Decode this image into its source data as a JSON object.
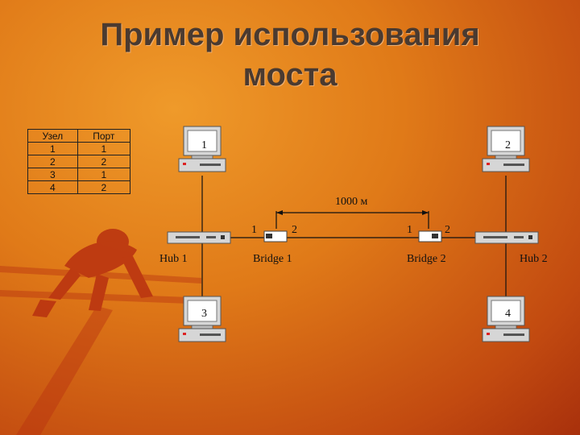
{
  "title_line1": "Пример использования",
  "title_line2": "моста",
  "table": {
    "headers": [
      "Узел",
      "Порт"
    ],
    "rows": [
      [
        "1",
        "1"
      ],
      [
        "2",
        "2"
      ],
      [
        "3",
        "1"
      ],
      [
        "4",
        "2"
      ]
    ]
  },
  "computers": [
    "1",
    "2",
    "3",
    "4"
  ],
  "hubs": [
    "Hub 1",
    "Hub 2"
  ],
  "bridges": [
    "Bridge 1",
    "Bridge 2"
  ],
  "port_labels": [
    "1",
    "2",
    "1",
    "2"
  ],
  "distance_label": "1000 м",
  "colors": {
    "background": "#e07a18",
    "line": "#111111",
    "device": "#d9d9d9"
  }
}
